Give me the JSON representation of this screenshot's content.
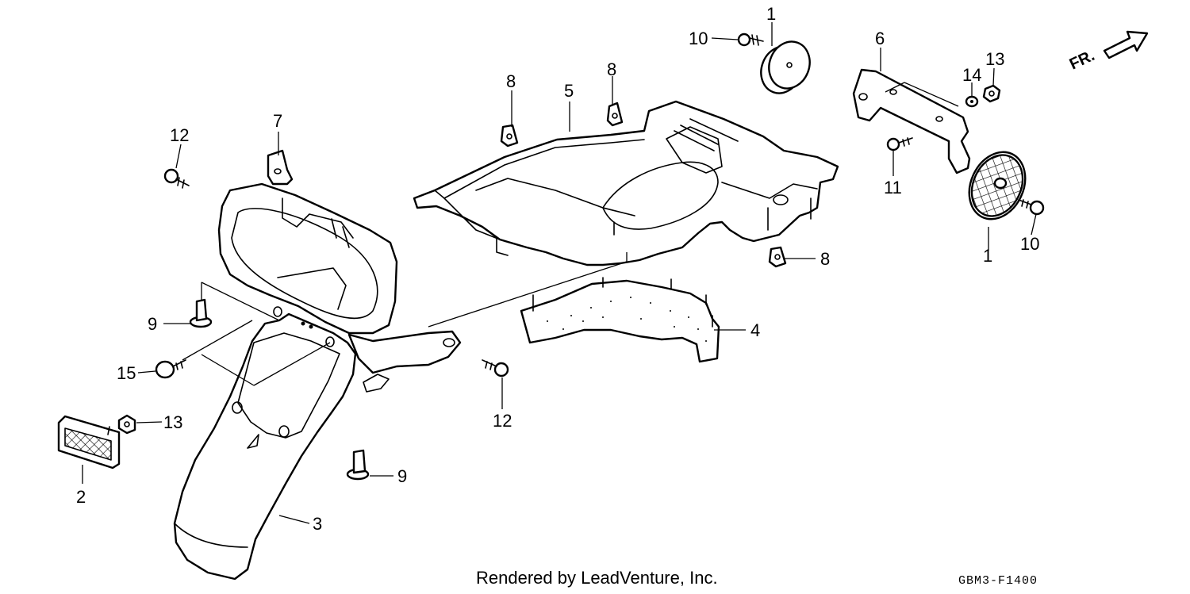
{
  "footer": {
    "credit": "Rendered by LeadVenture, Inc.",
    "diagram_code": "GBM3-F1400"
  },
  "direction_arrow": {
    "label": "FR.",
    "icon": "front-direction-arrow-icon"
  },
  "callouts": {
    "c1_top": "1",
    "c1_bottom": "1",
    "c2": "2",
    "c3": "3",
    "c4": "4",
    "c5": "5",
    "c6": "6",
    "c7": "7",
    "c8_left": "8",
    "c8_mid": "8",
    "c8_right": "8",
    "c9_left": "9",
    "c9_bottom": "9",
    "c10_top": "10",
    "c10_right": "10",
    "c11": "11",
    "c12_top": "12",
    "c12_bottom": "12",
    "c13_top": "13",
    "c13_left": "13",
    "c14": "14",
    "c15": "15"
  },
  "colors": {
    "line": "#000000",
    "background": "#ffffff"
  }
}
